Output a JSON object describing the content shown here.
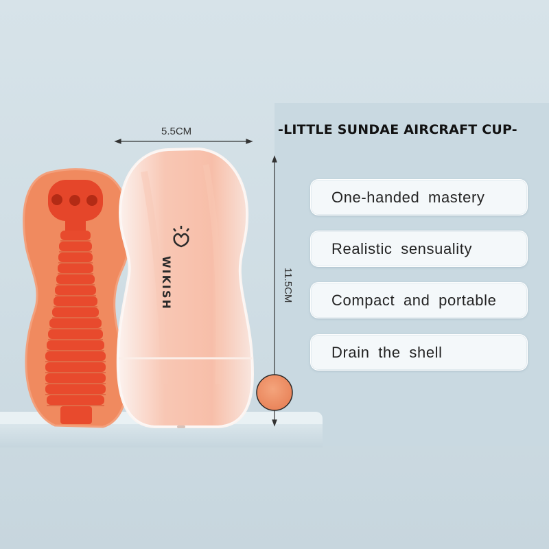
{
  "title": "-LITTLE SUNDAE AIRCRAFT CUP-",
  "features": [
    {
      "label": "One-handed mastery"
    },
    {
      "label": "Realistic sensuality"
    },
    {
      "label": "Compact and portable"
    },
    {
      "label": "Drain the shell"
    }
  ],
  "dimensions": {
    "width": "5.5CM",
    "height": "11.5CM"
  },
  "brand": "WIKISH",
  "colors": {
    "background": "#d3e0e6",
    "sleeve": "#f08a5f",
    "channel": "#e6482d",
    "cup_shell": "#f6e6df",
    "swatch": "#ee9266"
  }
}
